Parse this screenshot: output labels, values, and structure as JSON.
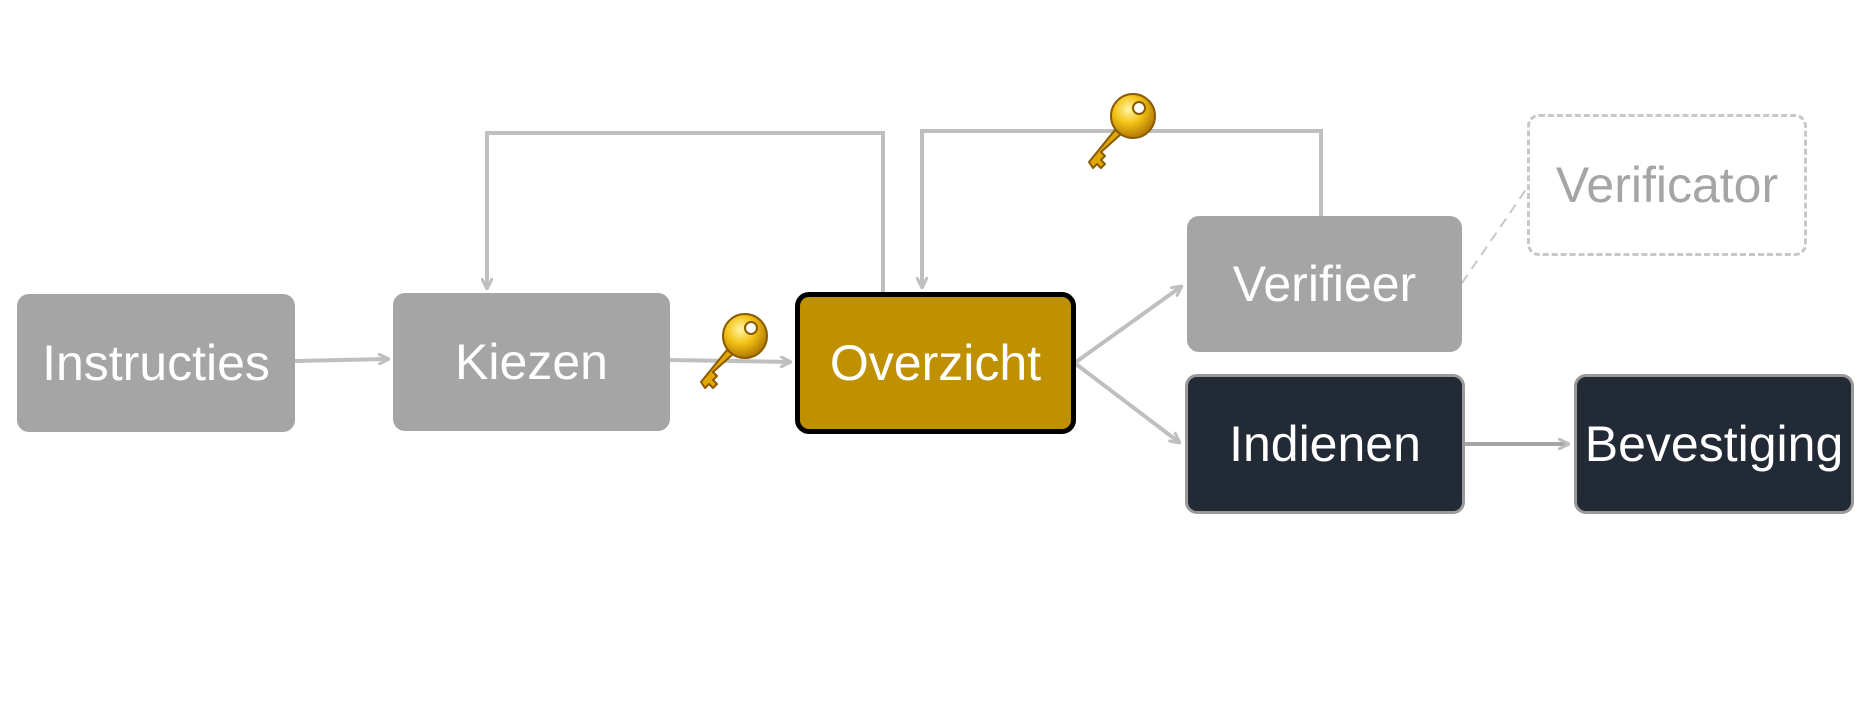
{
  "diagram": {
    "boxes": {
      "instructies": "Instructies",
      "kiezen": "Kiezen",
      "overzicht": "Overzicht",
      "verifieer": "Verifieer",
      "verificator": "Verificator",
      "indienen": "Indienen",
      "bevestiging": "Bevestiging"
    },
    "icons": [
      "key-icon",
      "key-icon"
    ],
    "colors": {
      "step": "#a5a5a5",
      "active_step": "#bf9000",
      "final_step": "#222a35",
      "connector": "#bfbfbf",
      "optional_border": "#c8c8c8"
    }
  }
}
